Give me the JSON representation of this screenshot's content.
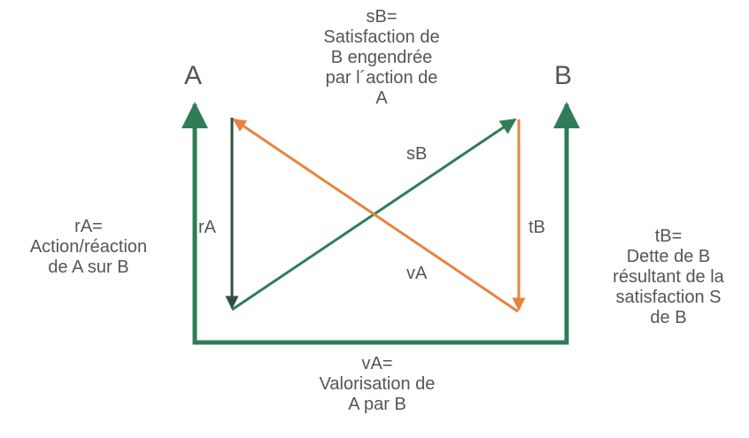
{
  "colors": {
    "green": "#2e7d57",
    "dark_green": "#2f4f3f",
    "orange": "#e8833f",
    "text": "#555555"
  },
  "nodes": {
    "a": "A",
    "b": "B"
  },
  "edge_labels": {
    "rA": "rA",
    "sB": "sB",
    "tB": "tB",
    "vA": "vA"
  },
  "definitions": {
    "sB": "sB=\nSatisfaction de\nB engendrée\npar l´action de\nA",
    "rA": "rA=\nAction/réaction\nde A sur B",
    "tB": "tB=\nDette de B\nrésultant de la\nsatisfaction S\nde B",
    "vA": "vA=\nValorisation de\nA par B"
  }
}
